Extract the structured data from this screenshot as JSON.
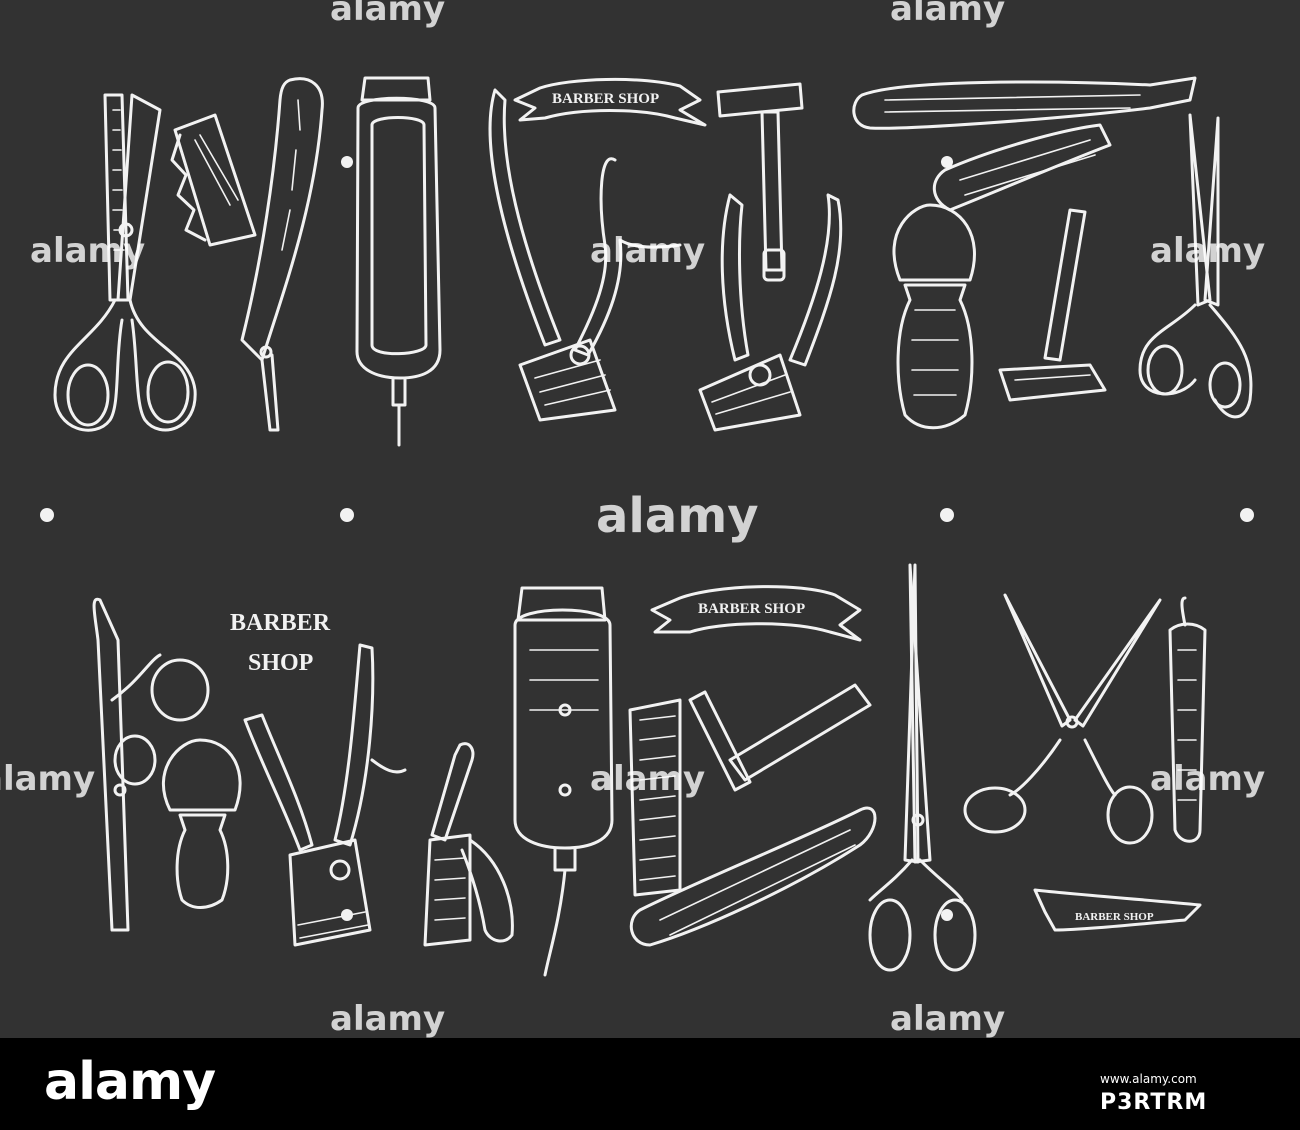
{
  "illustration": {
    "labels": {
      "ribbon_top": "BARBER SHOP",
      "stacked_line1": "BARBER",
      "stacked_line2": "SHOP",
      "ribbon_middle": "BARBER SHOP",
      "ribbon_small": "BARBER SHOP"
    },
    "colors": {
      "background": "#323232",
      "ink": "#f2f2f2",
      "footer": "#000000"
    }
  },
  "watermark": {
    "text": "alamy",
    "icon": "alamy-a-logo-icon"
  },
  "footer": {
    "brand": "alamy",
    "caption": "www.alamy.com",
    "image_id": "P3RTRM"
  }
}
